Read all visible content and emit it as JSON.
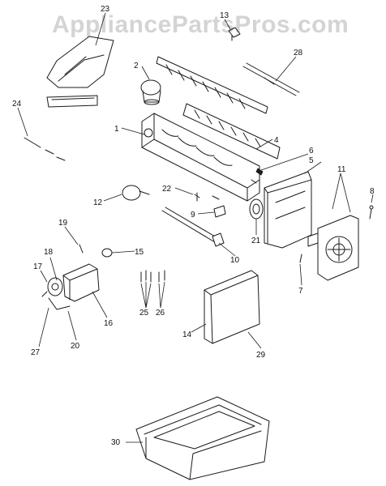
{
  "watermark": "AppliancePartsPros.com",
  "colors": {
    "ink": "#1a1a1a",
    "watermark": "#d4d4d4",
    "background": "#ffffff"
  },
  "callouts": [
    {
      "id": "c1",
      "label": "1"
    },
    {
      "id": "c2",
      "label": "2"
    },
    {
      "id": "c4",
      "label": "4"
    },
    {
      "id": "c5",
      "label": "5"
    },
    {
      "id": "c6",
      "label": "6"
    },
    {
      "id": "c7",
      "label": "7"
    },
    {
      "id": "c8",
      "label": "8"
    },
    {
      "id": "c9",
      "label": "9"
    },
    {
      "id": "c10",
      "label": "10"
    },
    {
      "id": "c11",
      "label": "11"
    },
    {
      "id": "c12",
      "label": "12"
    },
    {
      "id": "c13",
      "label": "13"
    },
    {
      "id": "c14",
      "label": "14"
    },
    {
      "id": "c15",
      "label": "15"
    },
    {
      "id": "c16",
      "label": "16"
    },
    {
      "id": "c17",
      "label": "17"
    },
    {
      "id": "c18",
      "label": "18"
    },
    {
      "id": "c19",
      "label": "19"
    },
    {
      "id": "c20",
      "label": "20"
    },
    {
      "id": "c21",
      "label": "21"
    },
    {
      "id": "c22",
      "label": "22"
    },
    {
      "id": "c23",
      "label": "23"
    },
    {
      "id": "c24",
      "label": "24"
    },
    {
      "id": "c25",
      "label": "25"
    },
    {
      "id": "c26",
      "label": "26"
    },
    {
      "id": "c27",
      "label": "27"
    },
    {
      "id": "c28",
      "label": "28"
    },
    {
      "id": "c29",
      "label": "29"
    },
    {
      "id": "c30",
      "label": "30"
    }
  ]
}
